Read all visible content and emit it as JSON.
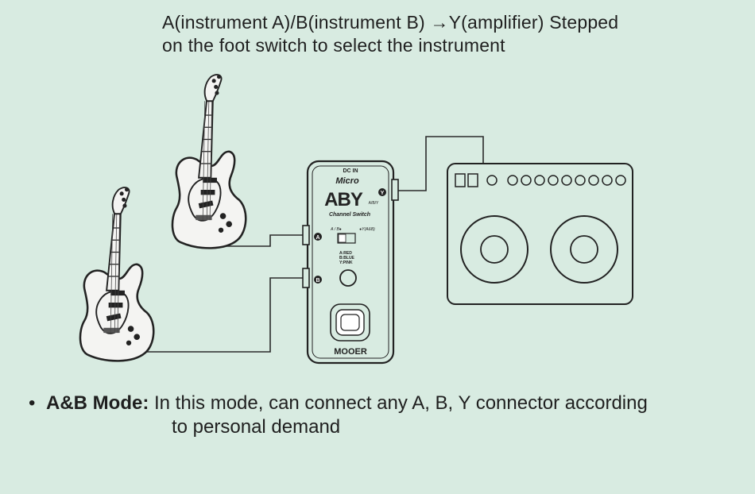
{
  "header": {
    "line1": "A(instrument A)/B(instrument B) →Y(amplifier) Stepped",
    "line2": "on the foot switch to select the instrument"
  },
  "pedal": {
    "dc_in": "DC IN",
    "micro": "Micro",
    "aby": "ABY",
    "aby_small": "A/B/Y",
    "channel_switch": "Channel Switch",
    "switch_left": "A / B●",
    "switch_right": "●Y(A&B)",
    "led_line1": "A:RED",
    "led_line2": "B:BLUE",
    "led_line3": "Y:PINK",
    "brand": "MOOER",
    "jack_a": "A",
    "jack_b": "B",
    "jack_y": "Y"
  },
  "note": {
    "bullet": "•",
    "term": "A&B Mode:",
    "text": " In this mode, can connect any A, B, Y connector according",
    "text2": "to personal demand"
  },
  "colors": {
    "background": "#d8ebe1",
    "line": "#2a2a2a"
  }
}
